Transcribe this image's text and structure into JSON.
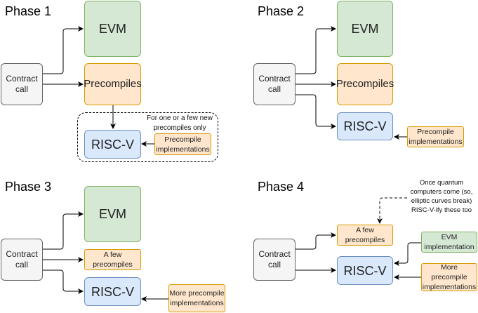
{
  "phases": [
    {
      "title": "Phase 1",
      "contract_call": "Contract call",
      "evm": "EVM",
      "precompiles": "Precompiles",
      "riscv": "RISC-V",
      "note": "For one or a few new precompiles only",
      "impl": "Precompile implementations"
    },
    {
      "title": "Phase 2",
      "contract_call": "Contract call",
      "evm": "EVM",
      "precompiles": "Precompiles",
      "riscv": "RISC-V",
      "impl": "Precompile implementations"
    },
    {
      "title": "Phase 3",
      "contract_call": "Contract call",
      "evm": "EVM",
      "precompiles": "A few precompiles",
      "riscv": "RISC-V",
      "impl": "More precompile implementations"
    },
    {
      "title": "Phase 4",
      "contract_call": "Contract call",
      "precompiles": "A few precompiles",
      "riscv": "RISC-V",
      "note": "Once quantum computers come (so, elliptic curves break) RISC-V-ify these too",
      "evm_impl": "EVM implementation",
      "impl": "More precompile implementations"
    }
  ],
  "colors": {
    "gray_fill": "#f5f5f5",
    "green_fill": "#d5e8d4",
    "orange_fill": "#ffe6cc",
    "blue_fill": "#dae8fc"
  }
}
